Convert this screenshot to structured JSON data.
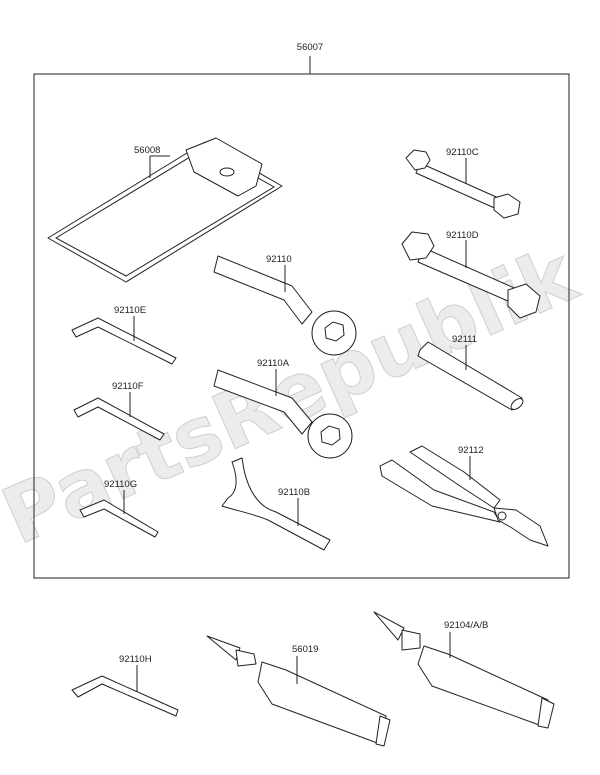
{
  "watermark": "PartsRepublik",
  "group_label": "56007",
  "labels": {
    "case": "56008",
    "wrench_c": "92110C",
    "wrench_d": "92110D",
    "ring_spanner": "92110",
    "ring_spanner_a": "92110A",
    "hex_e": "92110E",
    "hex_f": "92110F",
    "hex_g": "92110G",
    "pin_spanner_b": "92110B",
    "handle": "92111",
    "pliers": "92112",
    "hex_h": "92110H",
    "grease": "56019",
    "bond": "92104/A/B"
  }
}
